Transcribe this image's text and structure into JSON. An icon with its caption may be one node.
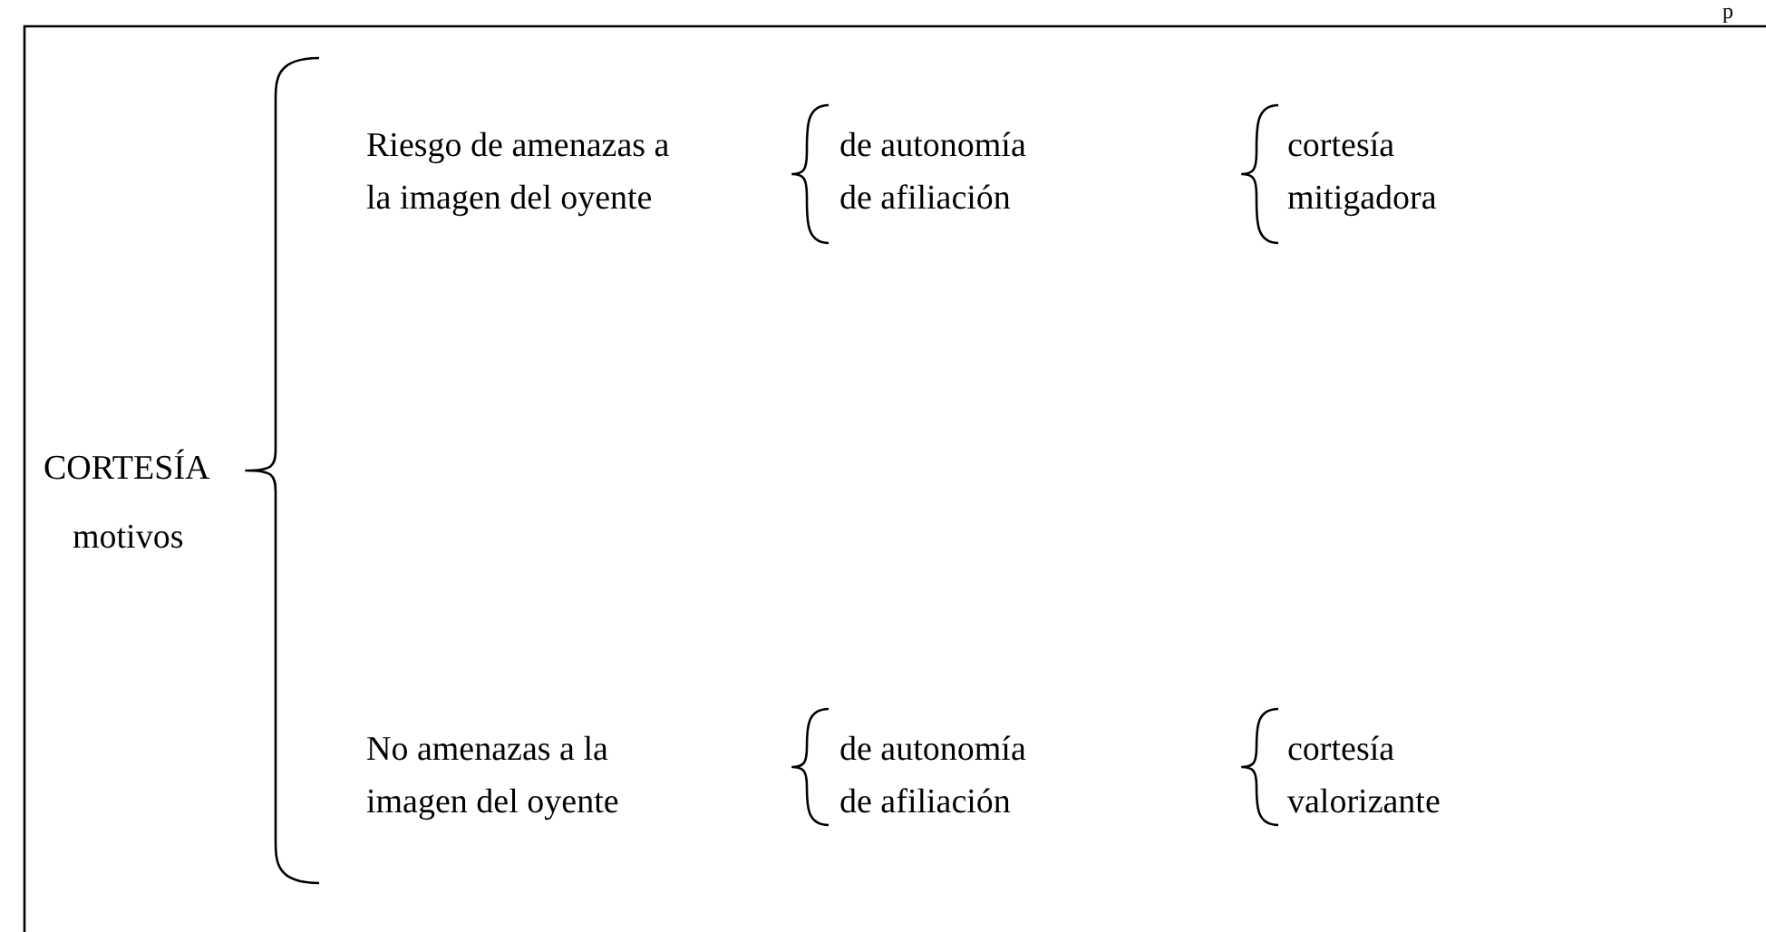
{
  "diagram": {
    "labels": [
      "p",
      "CORTESÍA",
      "motivos",
      "Riesgo de amenazas a la imagen del oyente",
      "de autonomía",
      "de afiliación",
      "cortesía mitigadora",
      "No amenazas a la imagen del oyente",
      "de autonomía",
      "de afiliación",
      "cortesía valorizante"
    ]
  }
}
